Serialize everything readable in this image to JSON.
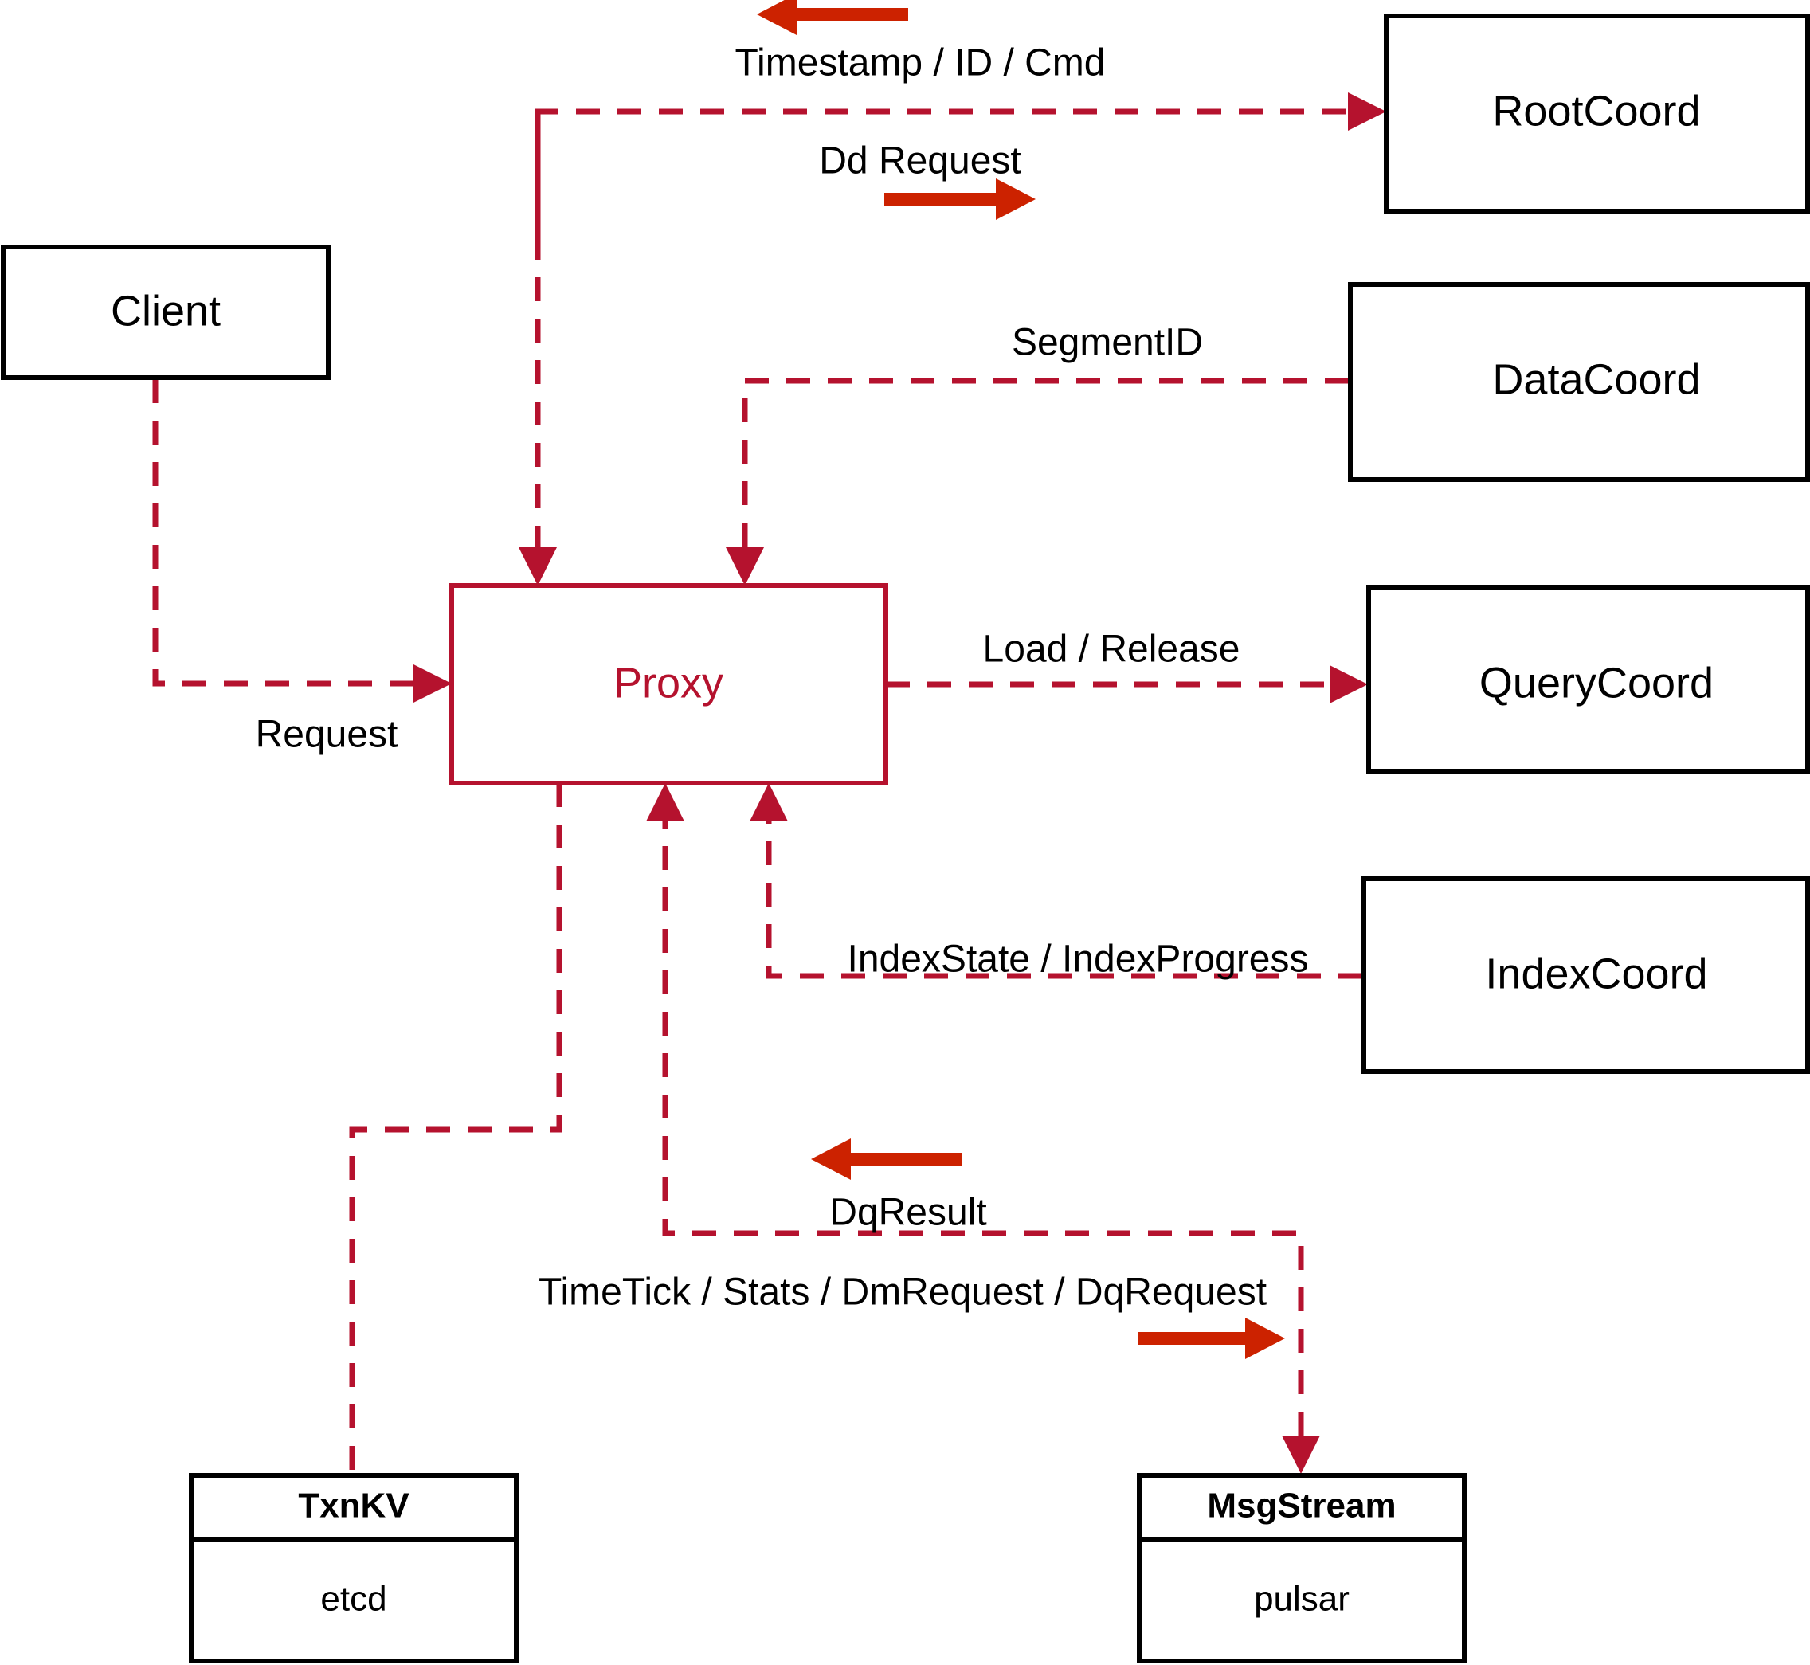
{
  "diagram": {
    "title": "Proxy Architecture",
    "colors": {
      "accent": "#b5122e",
      "arrow": "#cc2200",
      "box_stroke": "#000000",
      "background": "#ffffff"
    },
    "nodes": {
      "client": {
        "label": "Client"
      },
      "proxy": {
        "label": "Proxy"
      },
      "root_coord": {
        "label": "RootCoord"
      },
      "data_coord": {
        "label": "DataCoord"
      },
      "query_coord": {
        "label": "QueryCoord"
      },
      "index_coord": {
        "label": "IndexCoord"
      },
      "txnkv": {
        "title": "TxnKV",
        "impl": "etcd"
      },
      "msgstream": {
        "title": "MsgStream",
        "impl": "pulsar"
      }
    },
    "edges": {
      "timestamp_id_cmd": {
        "label": "Timestamp / ID / Cmd"
      },
      "dd_request": {
        "label": "Dd Request"
      },
      "segment_id": {
        "label": "SegmentID"
      },
      "request": {
        "label": "Request"
      },
      "load_release": {
        "label": "Load / Release"
      },
      "index_state_progress": {
        "label": "IndexState / IndexProgress"
      },
      "dq_result": {
        "label": "DqResult"
      },
      "timetick_stats": {
        "label": "TimeTick / Stats / DmRequest / DqRequest"
      }
    }
  }
}
